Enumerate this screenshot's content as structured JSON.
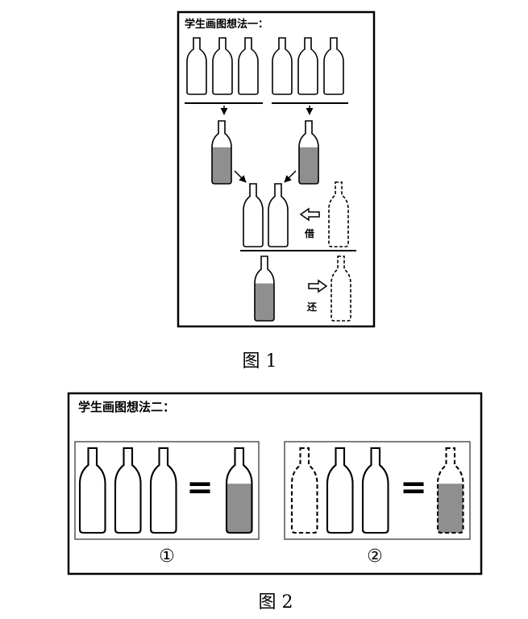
{
  "figure1": {
    "title": "学生画图想法一：",
    "borrow_label": "借",
    "return_label": "还",
    "caption": "图 1"
  },
  "figure2": {
    "title": "学生画图想法二：",
    "panel1": {
      "equals": "=",
      "marker": "①"
    },
    "panel2": {
      "equals": "=",
      "marker": "②"
    },
    "caption": "图 2"
  },
  "colors": {
    "fill_gray": "#8f8f8f",
    "stroke": "#000000",
    "panel_border": "#555555"
  }
}
